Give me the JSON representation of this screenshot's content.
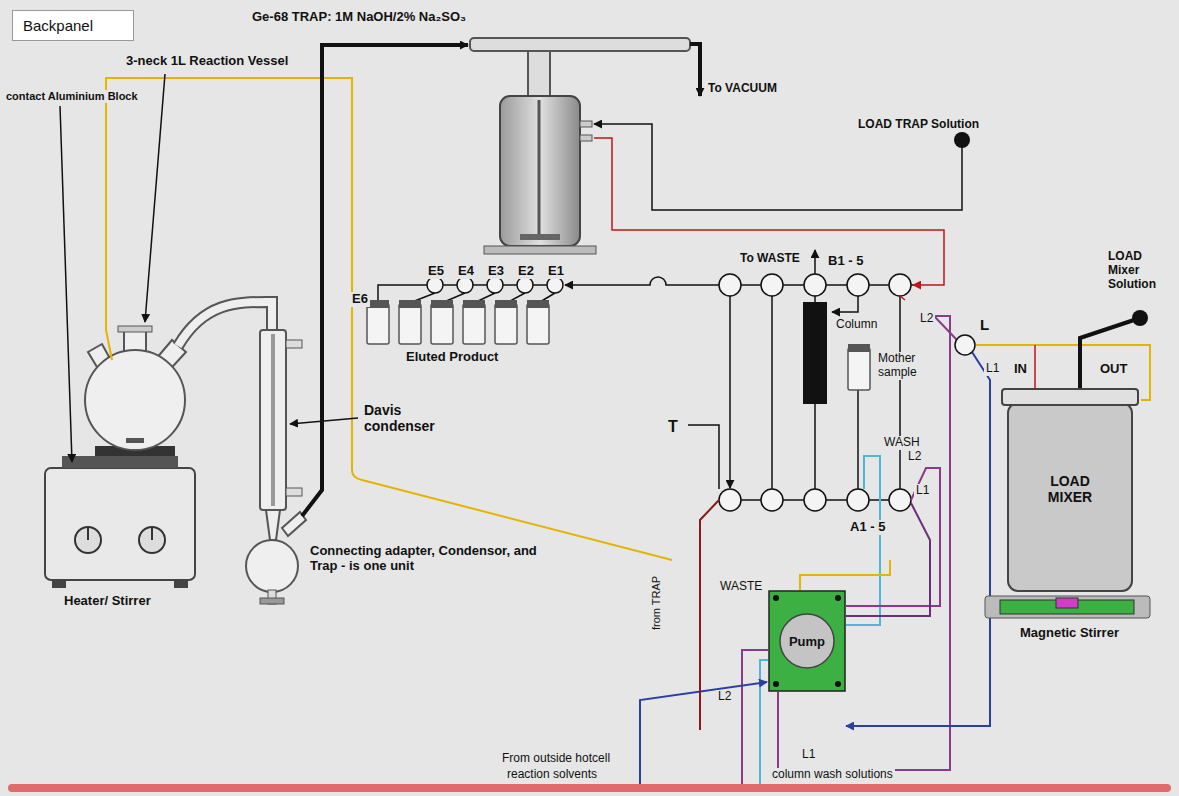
{
  "diagram": {
    "nodes": [
      {
        "text": [
          "Backpanel"
        ]
      },
      {
        "text": [
          "Pump"
        ]
      },
      {
        "text": [
          "LOAD MIXER"
        ]
      }
    ],
    "labels": [
      "Ge-68 TRAP: 1M NaOH/2% Na₂SO₃",
      "To VACUUM",
      "LOAD TRAP Solution",
      "contact Aluminium Block",
      "3-neck 1L Reaction Vessel",
      "To WASTE",
      "B1 - 5",
      "E5",
      "E4",
      "E3",
      "E2",
      "E1",
      "E6",
      "Eluted Product",
      "Column",
      "Mother sample",
      "LOAD Mixer Solution",
      "IN",
      "OUT",
      "L",
      "L2",
      "L1",
      "Davis condenser",
      "T",
      "WASH",
      "A1 - 5",
      "L2",
      "L1",
      "Heater/ Stirrer",
      "Connecting adapter, Condensor, and Trap - is one unit",
      "WASTE",
      "from TRAP",
      "L2",
      "L1",
      "Magnetic Stirrer",
      "From outside hotcell",
      "reaction solvents",
      "column wash solutions"
    ]
  }
}
